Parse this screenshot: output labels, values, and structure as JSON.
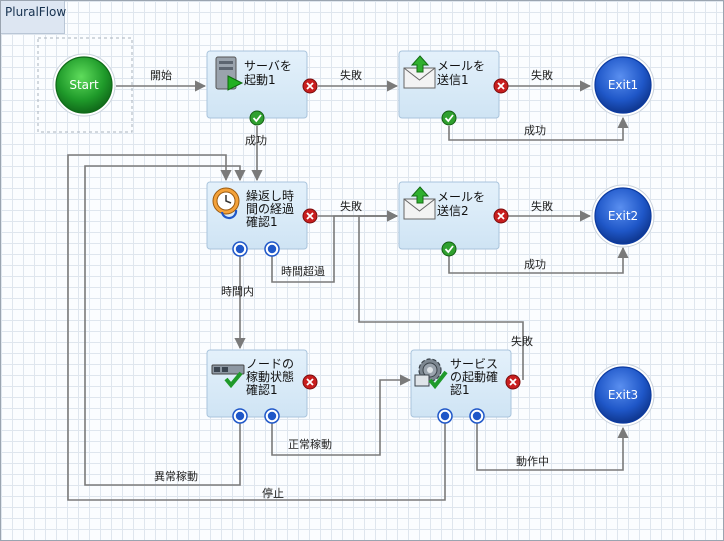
{
  "tab": {
    "title": "PluralFlow"
  },
  "start": {
    "label": "Start"
  },
  "exits": [
    "Exit1",
    "Exit2",
    "Exit3"
  ],
  "nodes": {
    "server_start": [
      "サーバを",
      "起動1"
    ],
    "mail_send1": [
      "メールを",
      "送信1"
    ],
    "time_check": [
      "繰返し時",
      "間の経過",
      "確認1"
    ],
    "mail_send2": [
      "メールを",
      "送信2"
    ],
    "node_status": [
      "ノードの",
      "稼動状態",
      "確認1"
    ],
    "service_check": [
      "サービス",
      "の起動確",
      "認1"
    ]
  },
  "edges": {
    "start_label": "開始",
    "fail1": "失敗",
    "fail2": "失敗",
    "success1": "成功",
    "success2": "成功",
    "fail3": "失敗",
    "fail4": "失敗",
    "timeout": "時間超過",
    "success3": "成功",
    "in_time": "時間内",
    "fail5": "失敗",
    "normal": "正常稼動",
    "running": "動作中",
    "abnormal": "異常稼動",
    "stopped": "停止"
  },
  "colors": {
    "node_fill": "#d6eaf8",
    "start_green": "#1f9a2a",
    "exit_blue": "#1f57c8",
    "connector": "#7a7a7a"
  },
  "icons": {
    "server_start": "server-start-icon",
    "mail_send": "mail-send-icon",
    "time_check": "clock-icon",
    "node_status": "node-status-icon",
    "service_check": "service-gear-icon",
    "error_port": "error-x-icon",
    "success_port": "success-check-icon",
    "branch_port": "branch-port-icon"
  }
}
